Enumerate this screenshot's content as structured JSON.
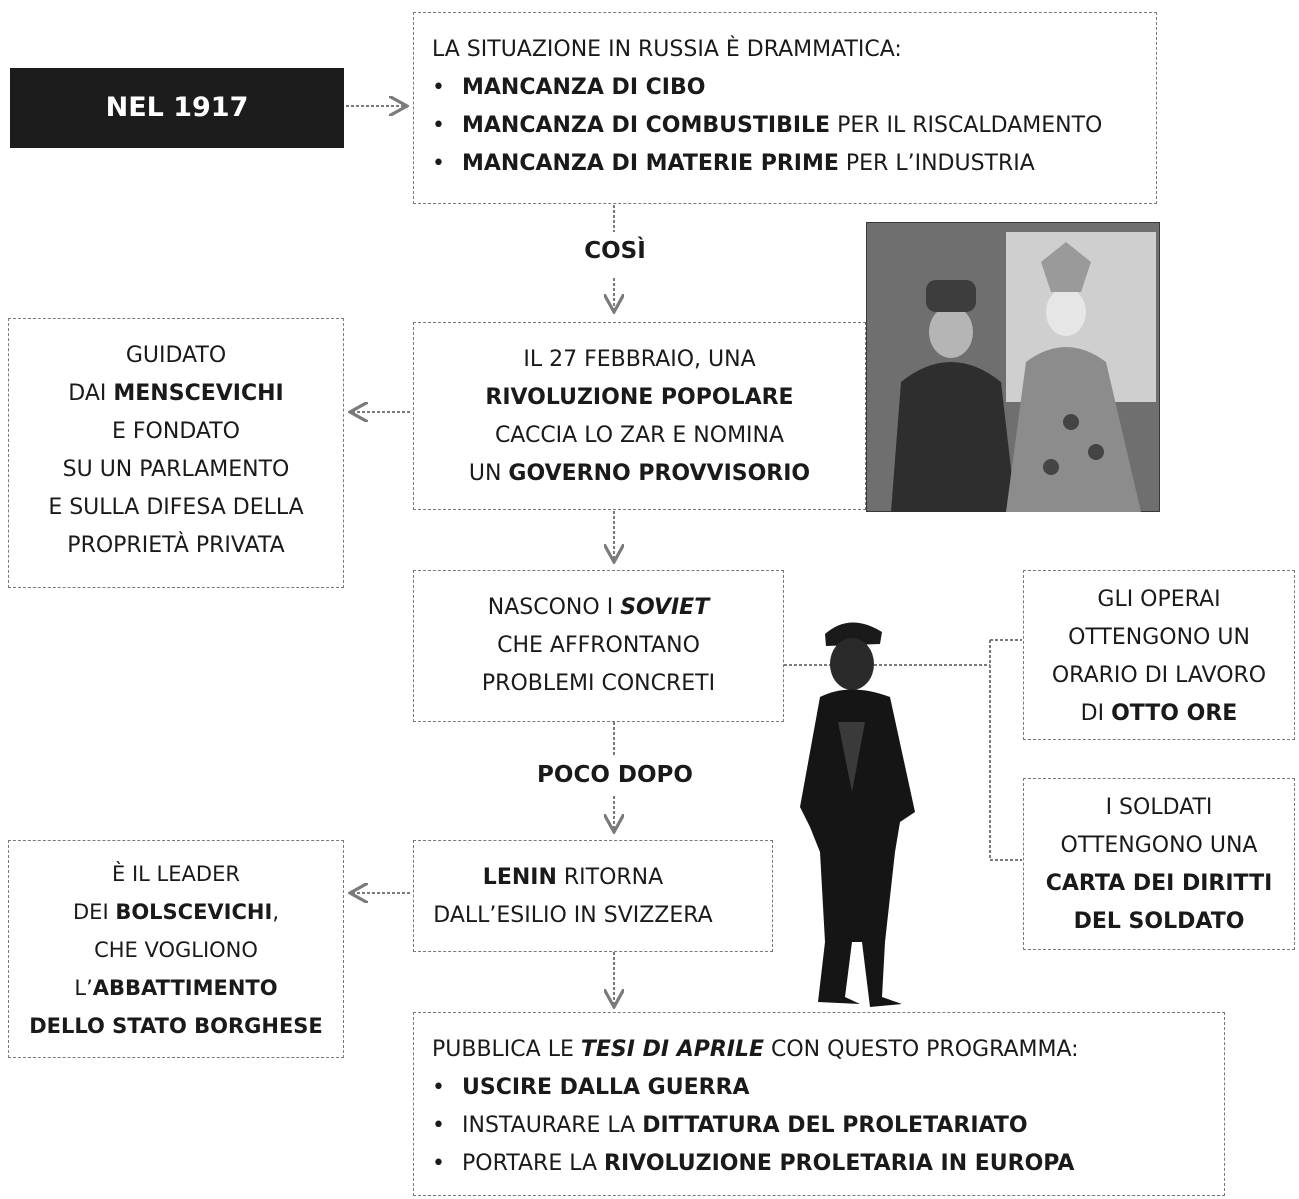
{
  "start_label": "NEL 1917",
  "box_situation": {
    "intro": "LA SITUAZIONE IN RUSSIA È DRAMMATICA:",
    "bullets": [
      {
        "bold": "MANCANZA DI CIBO",
        "rest": ""
      },
      {
        "bold": "MANCANZA DI COMBUSTIBILE",
        "rest": " PER IL RISCALDAMENTO"
      },
      {
        "bold": "MANCANZA DI MATERIE PRIME",
        "rest": " PER L’INDUSTRIA"
      }
    ]
  },
  "connector_cosi": "COSÌ",
  "box_revolution": {
    "l1": "IL 27 FEBBRAIO, UNA",
    "l2_bold": "RIVOLUZIONE POPOLARE",
    "l3": "CACCIA LO ZAR E NOMINA",
    "l4_pre": "UN ",
    "l4_bold": "GOVERNO PROVVISORIO"
  },
  "box_government": {
    "l1": "GUIDATO",
    "l2_pre": "DAI ",
    "l2_bold": "MENSCEVICHI",
    "l3": "E FONDATO",
    "l4": "SU UN PARLAMENTO",
    "l5": "E SULLA DIFESA DELLA",
    "l6": "PROPRIETÀ PRIVATA"
  },
  "box_soviet": {
    "l1_pre": "NASCONO I ",
    "l1_bold_italic": "SOVIET",
    "l2": "CHE AFFRONTANO",
    "l3": "PROBLEMI CONCRETI"
  },
  "box_workers": {
    "l1": "GLI OPERAI",
    "l2": "OTTENGONO UN",
    "l3": "ORARIO DI LAVORO",
    "l4_pre": "DI ",
    "l4_bold": "OTTO ORE"
  },
  "box_soldiers": {
    "l1": "I SOLDATI",
    "l2": "OTTENGONO UNA",
    "l3_bold": "CARTA DEI DIRITTI",
    "l4_bold": "DEL SOLDATO"
  },
  "connector_poco_dopo": "POCO DOPO",
  "box_lenin": {
    "l1_bold": "LENIN",
    "l1_rest": " RITORNA",
    "l2": "DALL’ESILIO IN SVIZZERA"
  },
  "box_bolsheviks": {
    "l1": "È IL LEADER",
    "l2_pre": "DEI ",
    "l2_bold": "BOLSCEVICHI",
    "l2_post": ",",
    "l3": "CHE VOGLIONO",
    "l4_pre": "L’",
    "l4_bold": "ABBATTIMENTO",
    "l5_bold": "DELLO STATO BORGHESE"
  },
  "box_april": {
    "intro_pre": "PUBBLICA LE ",
    "intro_bold_italic": "TESI DI APRILE",
    "intro_post": " CON QUESTO PROGRAMMA:",
    "bullets": [
      {
        "pre": "",
        "bold": "USCIRE DALLA GUERRA"
      },
      {
        "pre": "INSTAURARE LA ",
        "bold": "DITTATURA DEL PROLETARIATO"
      },
      {
        "pre": "PORTARE LA ",
        "bold": "RIVOLUZIONE PROLETARIA IN EUROPA"
      }
    ]
  },
  "colors": {
    "start_bg": "#1c1c1c",
    "line": "#7a7a7a",
    "text": "#1a1a1a"
  }
}
